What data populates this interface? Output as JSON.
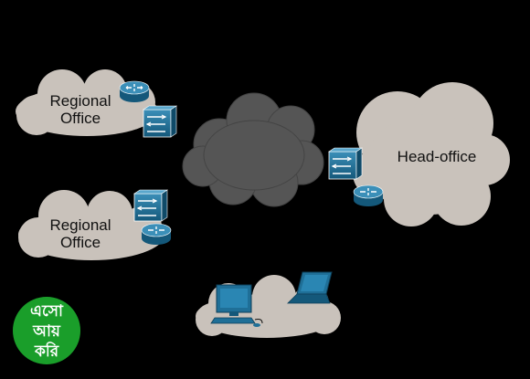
{
  "clouds": {
    "regional_office_top": {
      "line1": "Regional",
      "line2": "Office"
    },
    "regional_office_bottom": {
      "line1": "Regional",
      "line2": "Office"
    },
    "head_office": {
      "label": "Head-office"
    }
  },
  "badge": {
    "line1": "এসো",
    "line2": "আয়",
    "line3": "করি",
    "color": "#1a9e2a"
  },
  "colors": {
    "background": "#000000",
    "cloud": "#c9c2bb",
    "internet_cloud": "#555555",
    "device": "#1f6f97"
  },
  "icons": [
    "router-icon",
    "firewall-icon",
    "workstation-icon",
    "laptop-icon"
  ]
}
